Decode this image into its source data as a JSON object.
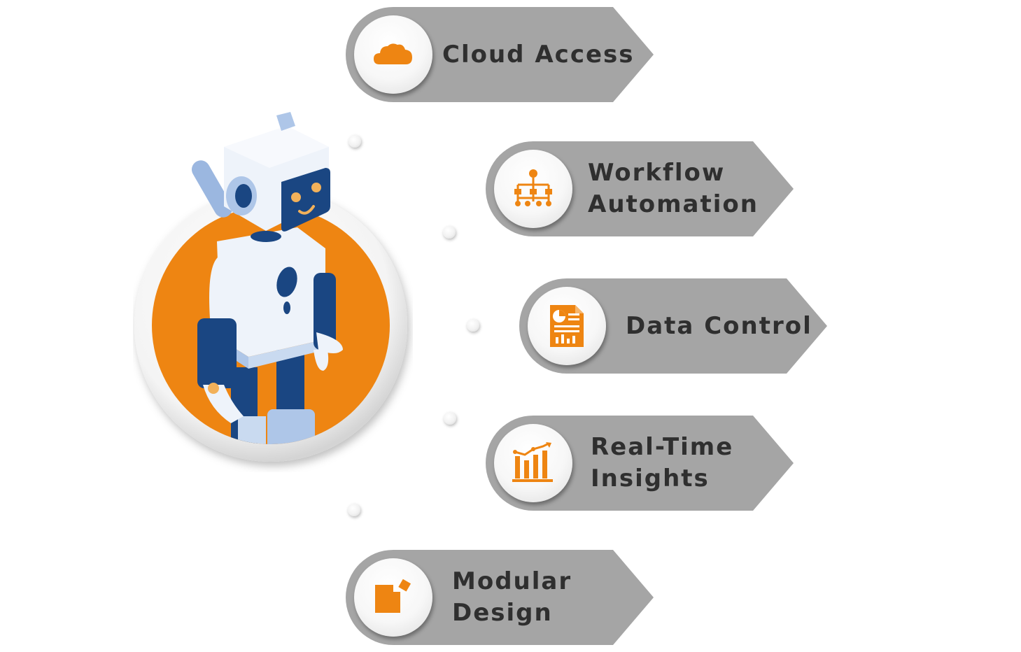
{
  "colors": {
    "accent": "#ee8512",
    "tag": "#a5a5a5",
    "text": "#2f2f2f",
    "robot_light": "#aec6e8",
    "robot_dark": "#1a4682"
  },
  "features": [
    {
      "icon": "cloud-icon",
      "lines": [
        "Cloud Access"
      ]
    },
    {
      "icon": "hierarchy-icon",
      "lines": [
        "Workflow",
        "Automation"
      ]
    },
    {
      "icon": "report-icon",
      "lines": [
        "Data Control"
      ]
    },
    {
      "icon": "bar-chart-trend-icon",
      "lines": [
        "Real-Time",
        "Insights"
      ]
    },
    {
      "icon": "modular-blocks-icon",
      "lines": [
        "Modular",
        "Design"
      ]
    }
  ]
}
